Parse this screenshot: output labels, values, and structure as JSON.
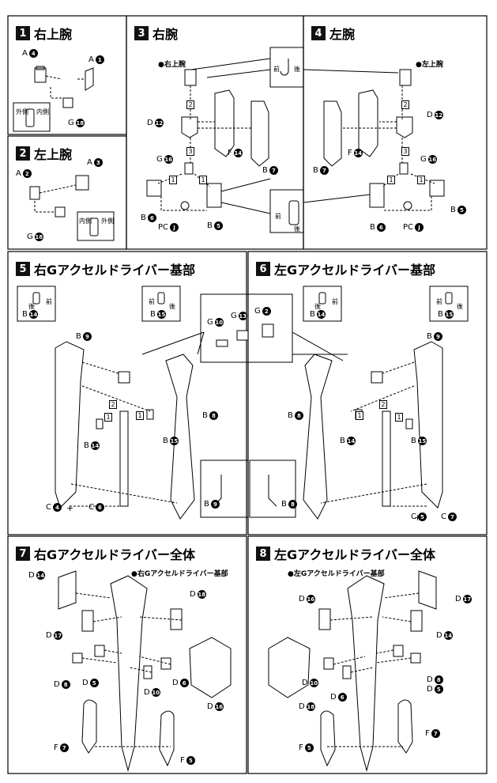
{
  "steps": [
    {
      "num": "1",
      "title": "右上腕"
    },
    {
      "num": "2",
      "title": "左上腕"
    },
    {
      "num": "3",
      "title": "右腕"
    },
    {
      "num": "4",
      "title": "左腕"
    },
    {
      "num": "5",
      "title": "右Gアクセルドライバー基部"
    },
    {
      "num": "6",
      "title": "左Gアクセルドライバー基部"
    },
    {
      "num": "7",
      "title": "右Gアクセルドライバー全体"
    },
    {
      "num": "8",
      "title": "左Gアクセルドライバー全体"
    }
  ],
  "callouts": {
    "right_upper_arm": "●右上腕",
    "left_upper_arm": "●左上腕",
    "right_base": "●右Gアクセルドライバー基部",
    "left_base": "●左Gアクセルドライバー基部"
  },
  "orient": {
    "front": "前",
    "back": "後",
    "inner": "内側",
    "outer": "外側",
    "warn": "!"
  },
  "steps_nums": [
    "1",
    "2",
    "3"
  ],
  "parts": {
    "s1": [
      {
        "l": "A",
        "n": "4"
      },
      {
        "l": "A",
        "n": "1"
      },
      {
        "l": "G",
        "n": "18"
      }
    ],
    "s2": [
      {
        "l": "A",
        "n": "2"
      },
      {
        "l": "A",
        "n": "3"
      },
      {
        "l": "G",
        "n": "18"
      }
    ],
    "s3": [
      {
        "l": "D",
        "n": "12"
      },
      {
        "l": "F",
        "n": "14"
      },
      {
        "l": "B",
        "n": "7"
      },
      {
        "l": "G",
        "n": "16"
      },
      {
        "l": "B",
        "n": "6"
      },
      {
        "l": "PC",
        "n": "J"
      },
      {
        "l": "B",
        "n": "5"
      }
    ],
    "s4": [
      {
        "l": "D",
        "n": "12"
      },
      {
        "l": "F",
        "n": "14"
      },
      {
        "l": "B",
        "n": "7"
      },
      {
        "l": "G",
        "n": "16"
      },
      {
        "l": "B",
        "n": "6"
      },
      {
        "l": "PC",
        "n": "J"
      },
      {
        "l": "B",
        "n": "5"
      }
    ],
    "s5": [
      {
        "l": "B",
        "n": "14"
      },
      {
        "l": "B",
        "n": "15"
      },
      {
        "l": "B",
        "n": "9"
      },
      {
        "l": "B",
        "n": "8"
      },
      {
        "l": "B",
        "n": "14"
      },
      {
        "l": "B",
        "n": "15"
      },
      {
        "l": "C",
        "n": "4"
      },
      {
        "l": "C",
        "n": "6"
      },
      {
        "l": "B",
        "n": "9"
      },
      {
        "l": "B",
        "n": "8"
      }
    ],
    "s5_center": [
      {
        "l": "G",
        "n": "10"
      },
      {
        "l": "G",
        "n": "13"
      },
      {
        "l": "G",
        "n": "2"
      }
    ],
    "s6": [
      {
        "l": "B",
        "n": "14"
      },
      {
        "l": "B",
        "n": "15"
      },
      {
        "l": "B",
        "n": "9"
      },
      {
        "l": "B",
        "n": "8"
      },
      {
        "l": "B",
        "n": "14"
      },
      {
        "l": "B",
        "n": "15"
      },
      {
        "l": "C",
        "n": "5"
      },
      {
        "l": "C",
        "n": "7"
      }
    ],
    "s7": [
      {
        "l": "D",
        "n": "14"
      },
      {
        "l": "D",
        "n": "17"
      },
      {
        "l": "D",
        "n": "18"
      },
      {
        "l": "D",
        "n": "8"
      },
      {
        "l": "D",
        "n": "5"
      },
      {
        "l": "D",
        "n": "10"
      },
      {
        "l": "D",
        "n": "6"
      },
      {
        "l": "D",
        "n": "16"
      },
      {
        "l": "F",
        "n": "7"
      },
      {
        "l": "F",
        "n": "5"
      }
    ],
    "s8": [
      {
        "l": "D",
        "n": "16"
      },
      {
        "l": "D",
        "n": "17"
      },
      {
        "l": "D",
        "n": "14"
      },
      {
        "l": "D",
        "n": "10"
      },
      {
        "l": "D",
        "n": "6"
      },
      {
        "l": "D",
        "n": "8"
      },
      {
        "l": "D",
        "n": "5"
      },
      {
        "l": "D",
        "n": "18"
      },
      {
        "l": "F",
        "n": "5"
      },
      {
        "l": "F",
        "n": "7"
      }
    ]
  },
  "plus": "+"
}
